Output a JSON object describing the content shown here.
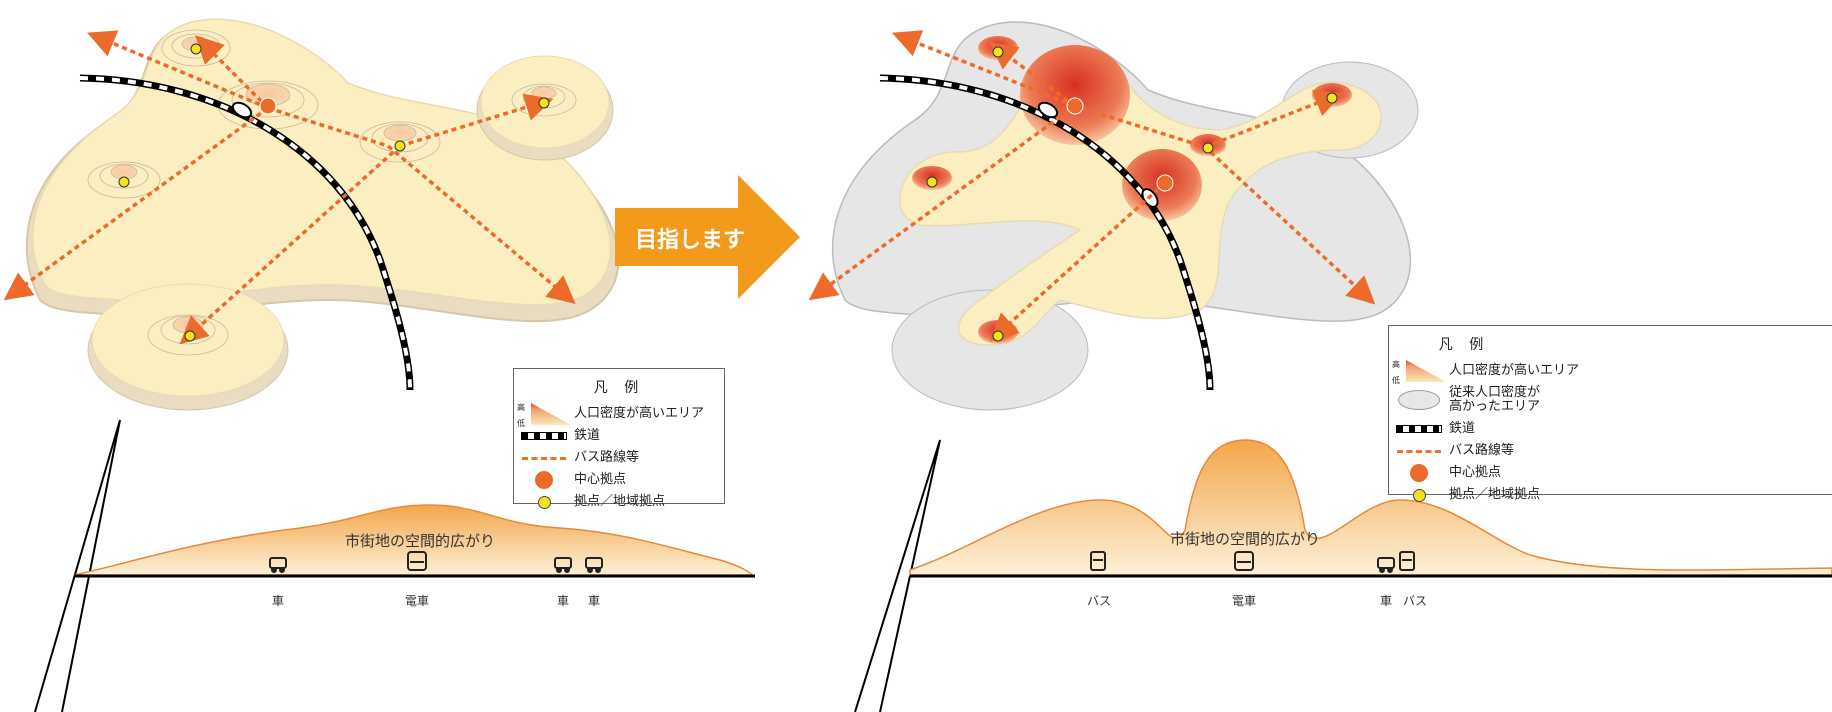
{
  "arrow": {
    "label": "目指します",
    "color": "#f39a1d"
  },
  "left": {
    "legend": {
      "title": "凡 例",
      "gauge": {
        "top": "高",
        "bottom": "低"
      },
      "items": [
        {
          "icon": "density-gradient-icon",
          "label": "人口密度が高いエリア"
        },
        {
          "icon": "railway-icon",
          "label": "鉄道"
        },
        {
          "icon": "bus-route-icon",
          "label": "バス路線等"
        },
        {
          "icon": "central-hub-icon",
          "label": "中心拠点"
        },
        {
          "icon": "local-hub-icon",
          "label": "拠点／地域拠点"
        }
      ]
    },
    "profile": {
      "label": "市街地の空間的広がり",
      "vehicles": [
        {
          "icon": "car-icon",
          "label": "車"
        },
        {
          "icon": "train-icon",
          "label": "電車"
        },
        {
          "icon": "car-icon",
          "label": "車"
        },
        {
          "icon": "car-icon",
          "label": "車"
        }
      ]
    }
  },
  "right": {
    "legend": {
      "title": "凡 例",
      "gauge": {
        "top": "高",
        "bottom": "低"
      },
      "items": [
        {
          "icon": "density-gradient-icon",
          "label": "人口密度が高いエリア"
        },
        {
          "icon": "former-area-icon",
          "label": "従来人口密度が"
        },
        {
          "icon": "",
          "label": "高かったエリア"
        },
        {
          "icon": "railway-icon",
          "label": "鉄道"
        },
        {
          "icon": "bus-route-icon",
          "label": "バス路線等"
        },
        {
          "icon": "central-hub-icon",
          "label": "中心拠点"
        },
        {
          "icon": "local-hub-icon",
          "label": "拠点／地域拠点"
        }
      ]
    },
    "profile": {
      "label": "市街地の空間的広がり",
      "vehicles": [
        {
          "icon": "bus-icon",
          "label": "バス"
        },
        {
          "icon": "train-icon",
          "label": "電車"
        },
        {
          "icon": "car-icon",
          "label": "車"
        },
        {
          "icon": "bus-icon",
          "label": "バス"
        }
      ]
    }
  },
  "colors": {
    "area_fill": "#fbefc2",
    "area_edge": "#e2d6b0",
    "former_area": "#e6e6e6",
    "hub": "#ec6a2a",
    "local_hub": "#f2e41c",
    "bus_route": "#ec6a2a",
    "profile_top": "#f3a64a",
    "profile_bottom": "#fdf0d8"
  }
}
